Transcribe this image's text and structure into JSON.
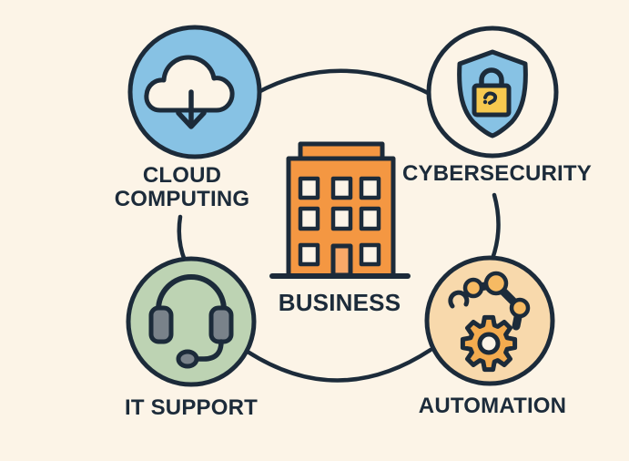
{
  "colors": {
    "background": "#FCF4E7",
    "cream": "#FCF4E7",
    "outline": "#1C2B3A",
    "circle_blue": "#87C2E4",
    "circle_green": "#BDD3B3",
    "circle_peach": "#F8D9AC",
    "building_orange": "#F49742",
    "door_orange": "#F8A868",
    "lock_yellow": "#F6C94F",
    "gear_orange": "#F3AB4F",
    "joint_orange": "#F6BA63",
    "headset_gray": "#79828A"
  },
  "nodes": {
    "cloud_computing": {
      "lines": [
        "CLOUD",
        "COMPUTING"
      ],
      "icon": "cloud-download-icon"
    },
    "cybersecurity": {
      "label": "CYBERSECURITY",
      "icon": "shield-lock-icon"
    },
    "business": {
      "label": "BUSINESS",
      "icon": "office-building-icon"
    },
    "it_support": {
      "label": "IT SUPPORT",
      "icon": "headset-icon"
    },
    "automation": {
      "label": "AUTOMATION",
      "icon": "robot-arm-gear-icon"
    }
  },
  "connections": [
    [
      "cloud_computing",
      "cybersecurity"
    ],
    [
      "cloud_computing",
      "it_support"
    ],
    [
      "cybersecurity",
      "automation"
    ],
    [
      "it_support",
      "automation"
    ]
  ]
}
